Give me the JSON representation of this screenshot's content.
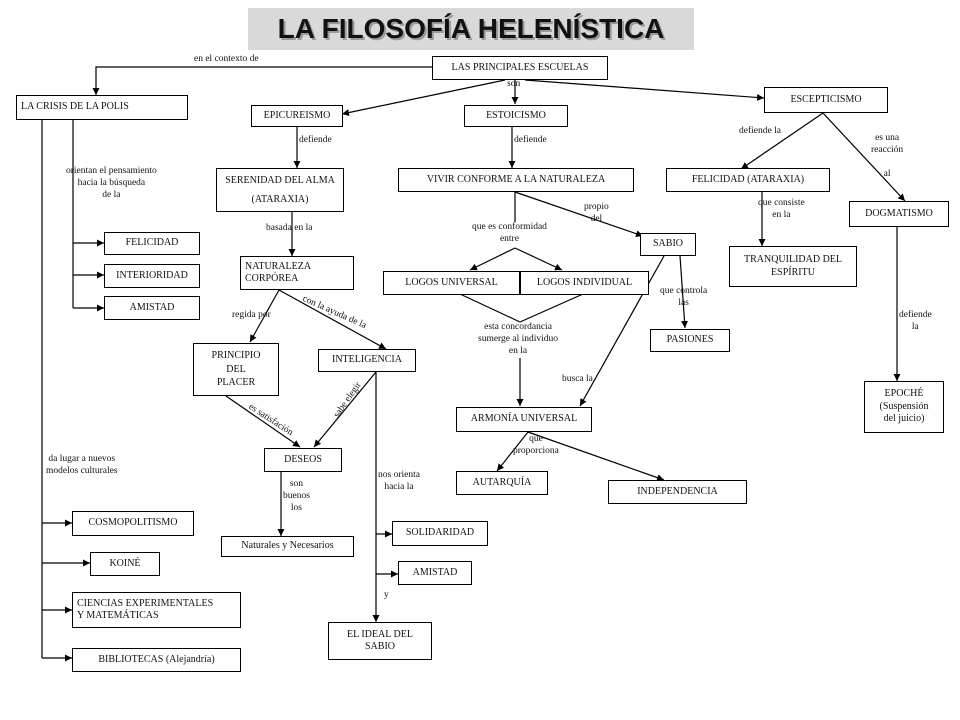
{
  "title": "LA FILOSOFÍA HELENÍSTICA",
  "nodes": {
    "escuelas": "LAS PRINCIPALES ESCUELAS",
    "crisis": "LA CRISIS DE LA POLIS",
    "epicureismo": "EPICUREISMO",
    "estoicismo": "ESTOICISMO",
    "escepticismo": "ESCEPTICISMO",
    "serenidad": "SERENIDAD DEL ALMA\n(ATARAXIA)",
    "vivir": "VIVIR CONFORME A LA NATURALEZA",
    "felicidad_ataraxia": "FELICIDAD (ATARAXIA)",
    "dogmatismo": "DOGMATISMO",
    "felicidad": "FELICIDAD",
    "interioridad": "INTERIORIDAD",
    "amistad1": "AMISTAD",
    "naturaleza": "NATURALEZA\nCORPÓREA",
    "sabio": "SABIO",
    "tranquilidad": "TRANQUILIDAD DEL\nESPÍRITU",
    "logos_universal": "LOGOS UNIVERSAL",
    "logos_individual": "LOGOS INDIVIDUAL",
    "pasiones": "PASIONES",
    "principio": "PRINCIPIO\nDEL\nPLACER",
    "inteligencia": "INTELIGENCIA",
    "armonia": "ARMONÍA UNIVERSAL",
    "epoche": "EPOCHÉ\n(Suspensión\ndel juicio)",
    "deseos": "DESEOS",
    "autarquia": "AUTARQUÍA",
    "independencia": "INDEPENDENCIA",
    "cosmopolitismo": "COSMOPOLITISMO",
    "solidaridad": "SOLIDARIDAD",
    "naturales": "Naturales y Necesarios",
    "koine": "KOINÉ",
    "amistad2": "AMISTAD",
    "ciencias": "CIENCIAS EXPERIMENTALES\nY MATEMÁTICAS",
    "ideal": "EL IDEAL DEL\nSABIO",
    "bibliotecas": "BIBLIOTECAS (Alejandría)"
  },
  "labels": {
    "contexto": "en el contexto de",
    "son": "son",
    "defiende_epi": "defiende",
    "defiende_esto": "defiende",
    "defiende_la": "defiende la",
    "reaccion": "es una\nreacción\n\nal",
    "orientan": "orientan el pensamiento\nhacia la búsqueda\nde la",
    "basada": "basada en la",
    "conformidad": "que es conformidad\nentre",
    "propio": "propio\ndel",
    "consiste": "que consiste\nen la",
    "controla": "que controla\nlas",
    "regida": "regida por",
    "ayuda": "con la ayuda\nde la",
    "concordancia": "esta concordancia\nsumerge al individuo\nen la",
    "defiende_epoche": "defiende\nla",
    "busca": "busca la",
    "satisfaccion": "es satisfación",
    "sabe_elegir": "sabe elegir",
    "proporciona": "que\nproporciona",
    "lugar": "da lugar a nuevos\nmodelos culturales",
    "son_buenos": "son\nbuenos\nlos",
    "orienta": "nos orienta\nhacia la",
    "y": "y"
  }
}
